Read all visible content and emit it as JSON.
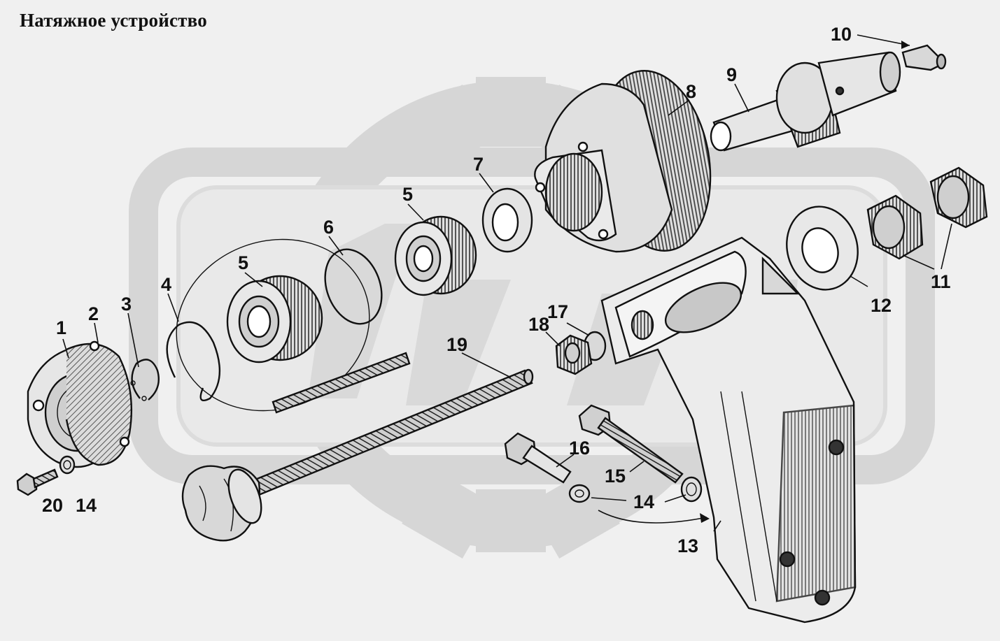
{
  "title": "Натяжное устройство",
  "colors": {
    "background": "#f0f0f0",
    "watermark": "#d3d3d3",
    "ink": "#111111",
    "metal_light": "#dcdcdc",
    "metal_dark": "#3a3a3a"
  },
  "callouts": {
    "c1": "1",
    "c2": "2",
    "c3": "3",
    "c4": "4",
    "c5a": "5",
    "c5b": "5",
    "c6": "6",
    "c7": "7",
    "c8": "8",
    "c9": "9",
    "c10": "10",
    "c11": "11",
    "c12": "12",
    "c13": "13",
    "c14a": "14",
    "c14b": "14",
    "c15": "15",
    "c16": "16",
    "c17": "17",
    "c18": "18",
    "c19": "19",
    "c20": "20"
  }
}
